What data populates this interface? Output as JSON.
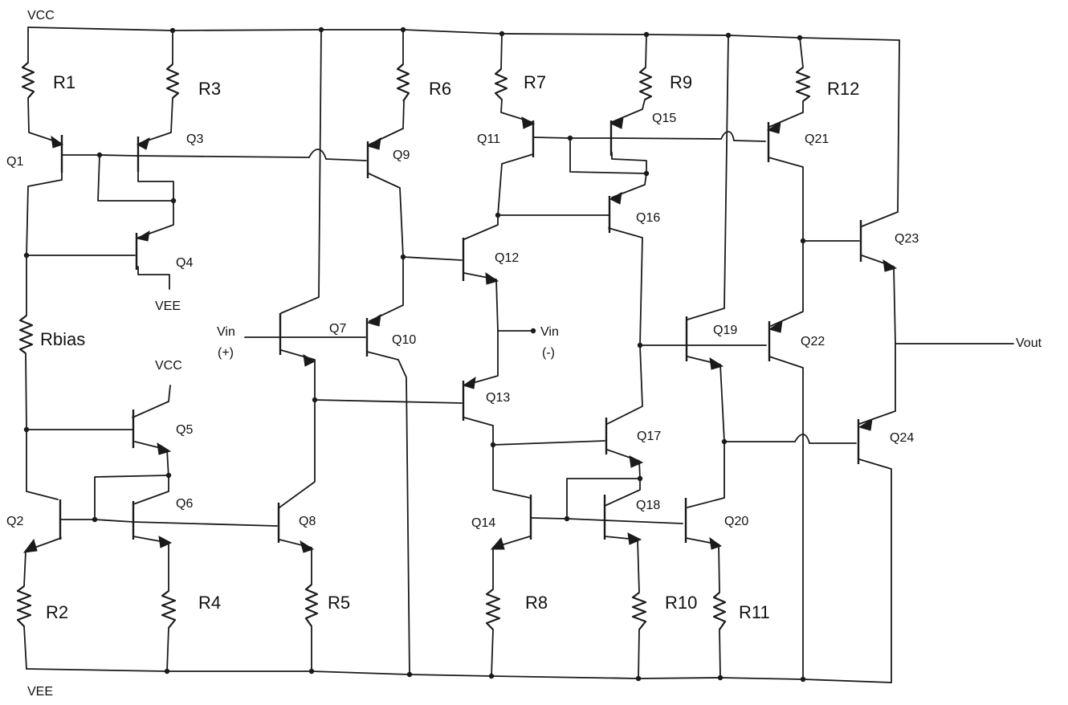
{
  "diagram": {
    "rails": {
      "vcc_label": "VCC",
      "vee_label": "VEE",
      "vcc_local": "VCC",
      "vee_local": "VEE"
    },
    "resistors": [
      "R1",
      "R3",
      "R6",
      "R7",
      "R9",
      "R12",
      "Rbias",
      "R2",
      "R4",
      "R5",
      "R8",
      "R10",
      "R11"
    ],
    "transistors": [
      "Q1",
      "Q2",
      "Q3",
      "Q4",
      "Q5",
      "Q6",
      "Q7",
      "Q8",
      "Q9",
      "Q10",
      "Q11",
      "Q12",
      "Q13",
      "Q14",
      "Q15",
      "Q16",
      "Q17",
      "Q18",
      "Q19",
      "Q20",
      "Q21",
      "Q22",
      "Q23",
      "Q24"
    ],
    "ports": {
      "vin_plus_line1": "Vin",
      "vin_plus_line2": "(+)",
      "vin_minus_line1": "Vin",
      "vin_minus_line2": "(-)",
      "vout": "Vout"
    }
  }
}
